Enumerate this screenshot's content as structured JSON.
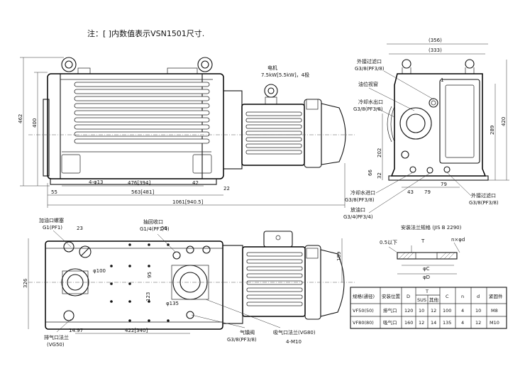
{
  "note": "注：[ ]内数值表示VSN1501尺寸.",
  "labels": {
    "motor": "电机",
    "motor_spec": "7.5kW[5.5kW]，4极",
    "ext_filter_in": "外接过滤口",
    "ext_filter_in_size": "G3/8(PF3/8)",
    "oil_glass": "油位视窗",
    "cool_water_out": "冷却水出口",
    "cool_water_out_size": "G3/8(PF3/8)",
    "cool_water_in": "冷却水进口",
    "cool_water_in_size": "G3/8(PF3/8)",
    "oil_drain": "放油口",
    "oil_drain_size": "G3/4(PF3/4)",
    "ext_filter_out": "外接过滤口",
    "ext_filter_out_size": "G3/8(PF3/8)",
    "oil_fill": "加油口螺塞",
    "oil_fill_size": "G1(PF1)",
    "oil_return": "抽回收口",
    "oil_return_size": "G1/4(PF1/4)",
    "exhaust_flange": "排气口法兰",
    "exhaust_flange_size": "(VG50)",
    "gas_ballast": "气镇阀",
    "gas_ballast_size": "G3/8(PF3/8)",
    "intake_flange": "吸气口法兰(VG80)",
    "bolts": "4-M10"
  },
  "dims": {
    "d462": "462",
    "d400": "400",
    "d476": "476[394]",
    "d563": "563[481]",
    "d1061": "1061[940.5]",
    "d55": "55",
    "d42": "42",
    "d22": "22",
    "d4f13": "4-φ13",
    "d356": "(356)",
    "d333": "(333)",
    "d1": "1",
    "d420": "420",
    "d289": "289",
    "d202": "202",
    "d66": "66",
    "d32": "32",
    "d43": "43",
    "d79a": "79",
    "d79b": "79",
    "d23": "23",
    "d56": "56",
    "d100": "φ100",
    "d95": "95",
    "d123": "123",
    "d135": "φ135",
    "d326": "326",
    "d189": "189",
    "d422": "422[340]",
    "d1497": "14.97"
  },
  "flange_title": "安装法兰规格 (JIS B 2290)",
  "table": {
    "headers": [
      "规格(通径)",
      "安装位置",
      "D",
      "T",
      "C",
      "n",
      "d",
      "紧固件"
    ],
    "subheaders": [
      "SUS",
      "其他"
    ],
    "rows": [
      [
        "VF50(50)",
        "排气口",
        "120",
        "10",
        "12",
        "100",
        "4",
        "10",
        "M8"
      ],
      [
        "VF80(80)",
        "吸气口",
        "160",
        "12",
        "14",
        "135",
        "4",
        "12",
        "M10"
      ]
    ]
  },
  "flange_dims": {
    "c05": "0.5以下",
    "pc": "φC",
    "pd": "φD",
    "t": "T",
    "nd": "n×φd"
  }
}
